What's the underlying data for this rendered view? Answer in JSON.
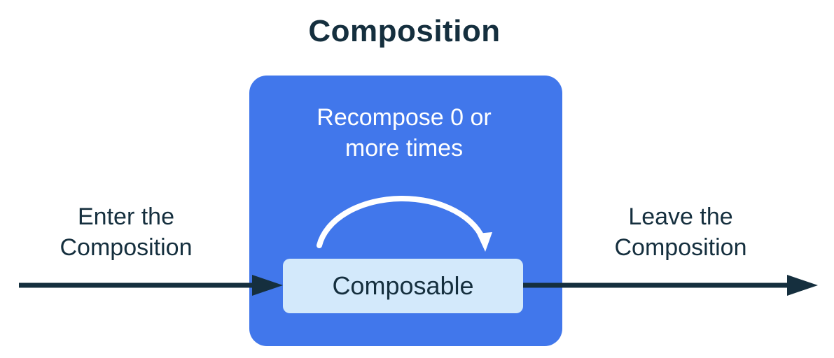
{
  "diagram": {
    "title": "Composition",
    "composition_box": {
      "recompose_label": "Recompose 0 or\nmore times",
      "composable_label": "Composable"
    },
    "enter_label": "Enter the\nComposition",
    "leave_label": "Leave the\nComposition"
  },
  "colors": {
    "background": "#ffffff",
    "composition_box_blue": "#4177eb",
    "composable_box_light_blue": "#d3e9fb",
    "dark_text_and_arrows": "#152f3e",
    "recompose_arc_white": "#ffffff"
  }
}
